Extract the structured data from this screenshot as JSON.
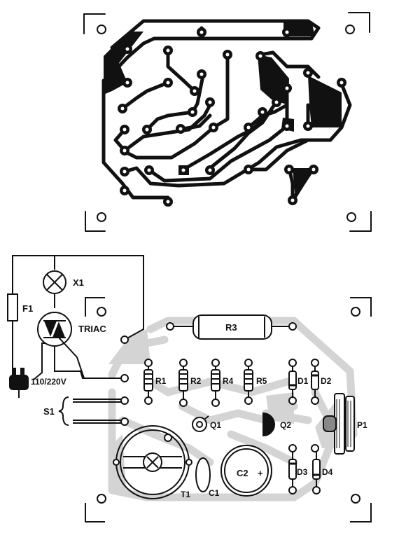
{
  "colors": {
    "ink": "#111111",
    "paper": "#ffffff",
    "copper_shade": "#d4d4d4"
  },
  "schematic": {
    "lamp_label": "X1",
    "fuse_label": "F1",
    "triac_label": "TRIAC",
    "plug_label": "110/220V",
    "switch_label": "S1"
  },
  "components": {
    "r1": "R1",
    "r2": "R2",
    "r3": "R3",
    "r4": "R4",
    "r5": "R5",
    "d1": "D1",
    "d2": "D2",
    "d3": "D3",
    "d4": "D4",
    "q1": "Q1",
    "q2": "Q2",
    "p1": "P1",
    "c1": "C1",
    "c2": "C2",
    "c2_polarity": "+",
    "t1": "T1"
  }
}
